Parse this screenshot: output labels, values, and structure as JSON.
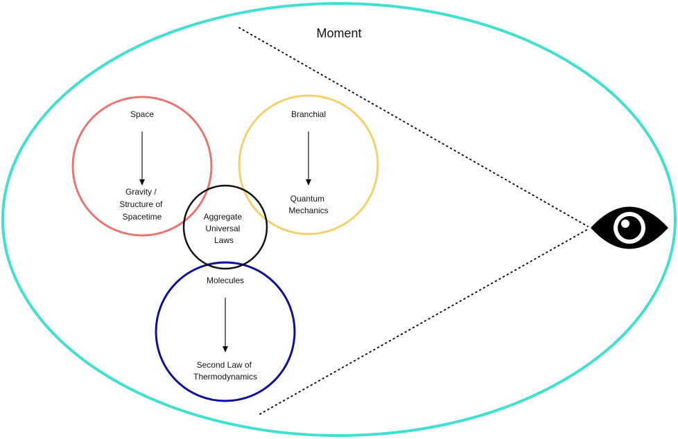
{
  "title": "Moment",
  "colors": {
    "moment_outline": "#40E0D0",
    "space": "#E8736F",
    "branchial": "#F2D06B",
    "molecules": "#0E0E9C",
    "aggregate": "#111111",
    "arrow": "#111111",
    "eye": "#000000"
  },
  "icons": {
    "observer": "eye-icon"
  },
  "circles": {
    "space": {
      "label": "Space",
      "result_lines": [
        "Gravity /",
        "Structure of",
        "Spacetime"
      ]
    },
    "branchial": {
      "label": "Branchial",
      "result_lines": [
        "Quantum",
        "Mechanics"
      ]
    },
    "aggregate": {
      "lines": [
        "Aggregate",
        "Universal",
        "Laws"
      ]
    },
    "molecules": {
      "label": "Molecules",
      "result_lines": [
        "Second Law of",
        "Thermodynamics"
      ]
    }
  }
}
